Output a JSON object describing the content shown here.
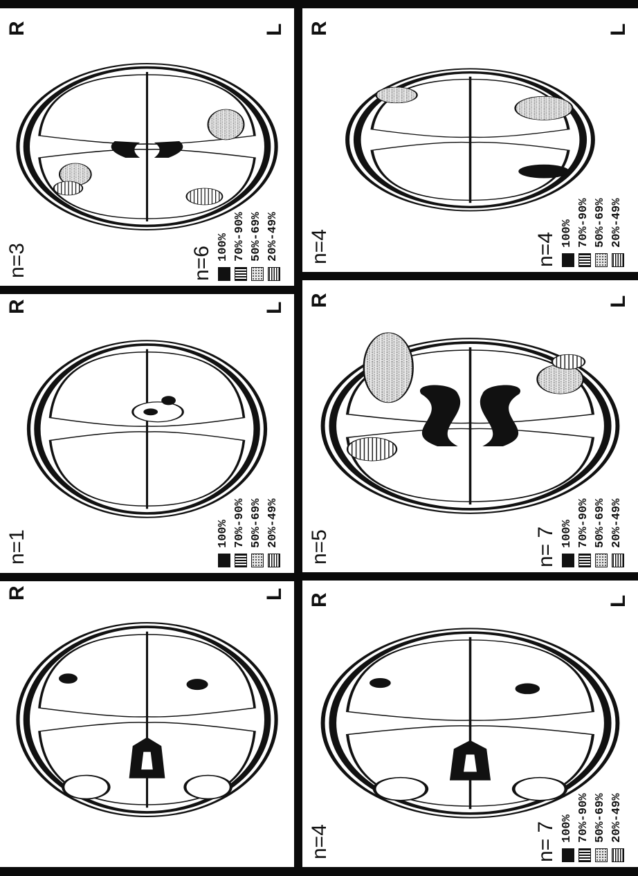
{
  "figure": {
    "panels": [
      {
        "id": "top-left-panel",
        "slice": "orbital-level",
        "left_label": "L",
        "right_label": "R",
        "n_label": "n=4",
        "legend": {
          "n_label": "n= 7",
          "items": [
            "100%",
            "70%-90%",
            "50%-69%",
            "20%-49%"
          ]
        }
      },
      {
        "id": "top-middle-panel",
        "slice": "ventricle-level",
        "left_label": "L",
        "right_label": "R",
        "n_label": "n=5",
        "legend": {
          "n_label": "n= 7",
          "items": [
            "100%",
            "70%-90%",
            "50%-69%",
            "20%-49%"
          ]
        }
      },
      {
        "id": "top-right-panel",
        "slice": "upper-cortex-level",
        "left_label": "L",
        "right_label": "R",
        "n_label": "n=4",
        "legend": {
          "n_label": "n=4",
          "items": [
            "100%",
            "70%-90%",
            "50%-69%",
            "20%-49%"
          ]
        }
      },
      {
        "id": "bottom-left-panel",
        "slice": "orbital-level",
        "left_label": "L",
        "right_label": "R",
        "n_label": "",
        "legend": {
          "n_label": "",
          "items": []
        }
      },
      {
        "id": "bottom-middle-panel",
        "slice": "skull-base-level",
        "left_label": "L",
        "right_label": "R",
        "n_label": "n=1",
        "legend": {
          "n_label": "",
          "items": [
            "100%",
            "70%-90%",
            "50%-69%",
            "20%-49%"
          ]
        }
      },
      {
        "id": "bottom-right-panel",
        "slice": "midbrain-level",
        "left_label": "L",
        "right_label": "R",
        "n_label": "n=3",
        "legend": {
          "n_label": "n=6",
          "items": [
            "100%",
            "70%-90%",
            "50%-69%",
            "20%-49%"
          ]
        }
      }
    ],
    "legend_fills": [
      "solid",
      "hatch",
      "stipple",
      "lines"
    ]
  }
}
